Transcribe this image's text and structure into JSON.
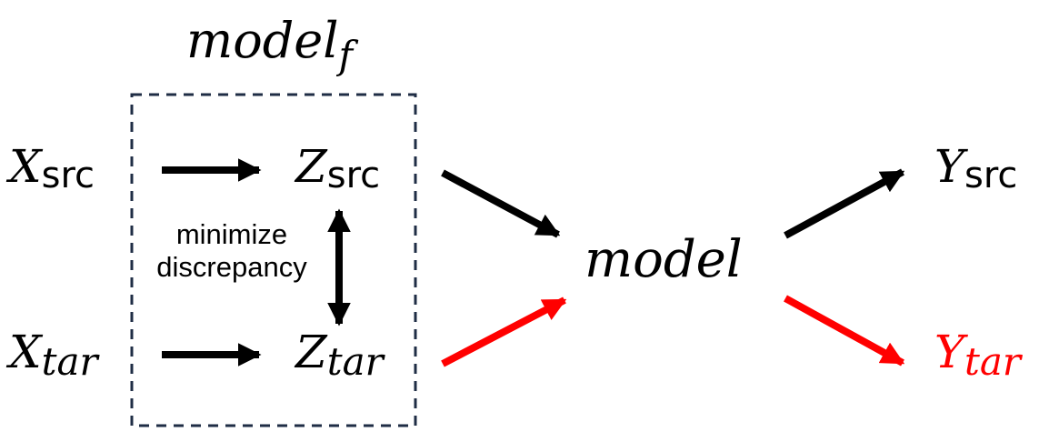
{
  "colors": {
    "default": "#000000",
    "target_path": "#ff0000",
    "box_border": "#1f2d45"
  },
  "labels": {
    "model_f": {
      "main": "model",
      "sub": "f"
    },
    "x_src": {
      "main": "X",
      "sub": "src"
    },
    "z_src": {
      "main": "Z",
      "sub": "src"
    },
    "y_src": {
      "main": "Y",
      "sub": "src"
    },
    "x_tar": {
      "main": "X",
      "sub": "tar"
    },
    "z_tar": {
      "main": "Z",
      "sub": "tar"
    },
    "y_tar": {
      "main": "Y",
      "sub": "tar"
    },
    "model": "model",
    "discrepancy_line1": "minimize",
    "discrepancy_line2": "discrepancy"
  }
}
